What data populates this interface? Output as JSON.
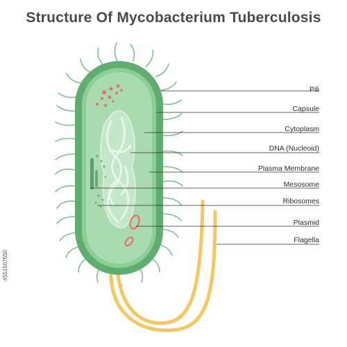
{
  "title": "Structure Of Mycobacterium Tuberculosis",
  "labels": [
    {
      "id": "pili",
      "text": "Pili"
    },
    {
      "id": "capsule",
      "text": "Capsule"
    },
    {
      "id": "cytoplasm",
      "text": "Cytoplasm"
    },
    {
      "id": "dna",
      "text": "DNA (Nucleoid)"
    },
    {
      "id": "plasma-membrane",
      "text": "Plasma Membrane"
    },
    {
      "id": "mesosome",
      "text": "Mesosome"
    },
    {
      "id": "ribosomes",
      "text": "Ribosomes"
    },
    {
      "id": "plasmid",
      "text": "Plasmid"
    },
    {
      "id": "flagella",
      "text": "Flagella"
    }
  ],
  "stock_id": "#551507550",
  "colors": {
    "title": "#4a4a4a",
    "capsule": "#5fae70",
    "membrane": "#8ccf96",
    "cytoplasm": "#a8dcb0",
    "nucleoid": "#c9ead0",
    "pili": "#7fbf8a",
    "flagella": "#f4c85e",
    "ribosome_red": "#ef6b6b",
    "leader": "#2b2b2b"
  }
}
